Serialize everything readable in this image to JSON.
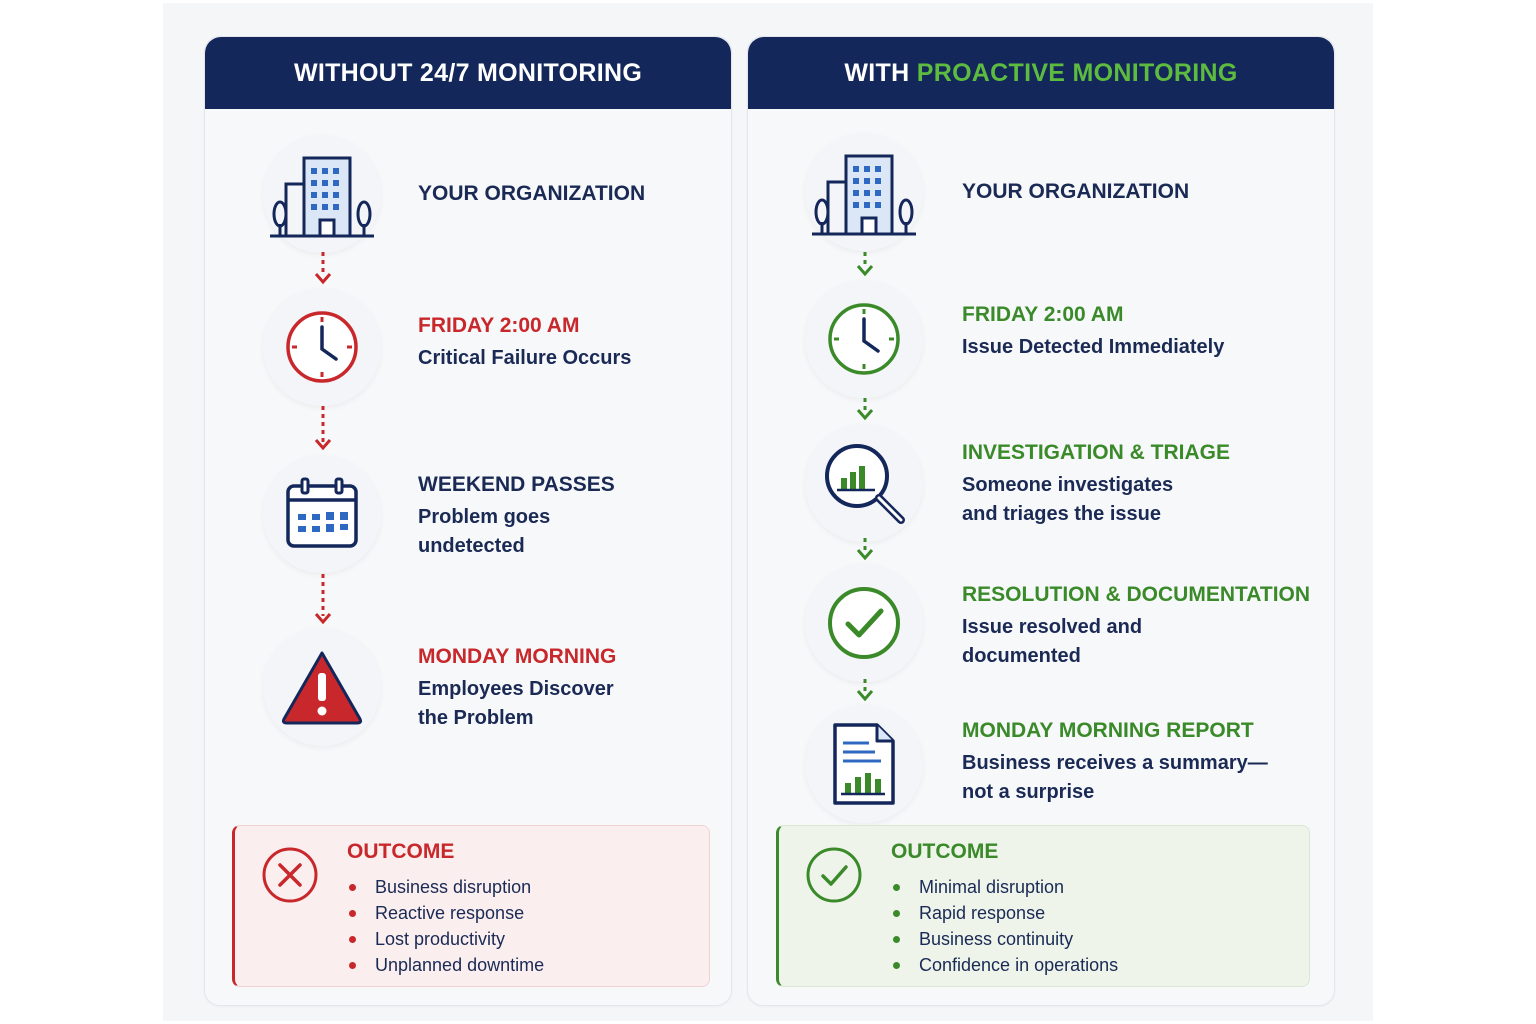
{
  "colors": {
    "navy": "#14275a",
    "red": "#c8282b",
    "green": "#3a8a2a",
    "bright_green": "#5dbb3f"
  },
  "left": {
    "header": "WITHOUT 24/7 MONITORING",
    "steps": [
      {
        "icon": "building-icon",
        "title": "YOUR ORGANIZATION",
        "desc": ""
      },
      {
        "icon": "clock-icon",
        "title": "FRIDAY 2:00 AM",
        "desc": "Critical Failure Occurs"
      },
      {
        "icon": "calendar-icon",
        "title": "WEEKEND PASSES",
        "desc": "Problem goes\nundetected"
      },
      {
        "icon": "warning-icon",
        "title": "MONDAY MORNING",
        "desc": "Employees Discover\nthe Problem"
      }
    ],
    "outcome": {
      "icon": "x-circle-icon",
      "title": "OUTCOME",
      "items": [
        "Business disruption",
        "Reactive response",
        "Lost productivity",
        "Unplanned downtime"
      ]
    }
  },
  "right": {
    "header_prefix": "WITH ",
    "header_highlight": "PROACTIVE MONITORING",
    "steps": [
      {
        "icon": "building-icon",
        "title": "YOUR ORGANIZATION",
        "desc": ""
      },
      {
        "icon": "clock-icon",
        "title": "FRIDAY 2:00 AM",
        "desc": "Issue Detected Immediately"
      },
      {
        "icon": "magnifier-chart-icon",
        "title": "INVESTIGATION & TRIAGE",
        "desc": "Someone investigates\nand triages the issue"
      },
      {
        "icon": "check-circle-icon",
        "title": "RESOLUTION & DOCUMENTATION",
        "desc": "Issue resolved and\ndocumented"
      },
      {
        "icon": "report-icon",
        "title": "MONDAY MORNING REPORT",
        "desc": "Business receives a summary—\nnot a surprise"
      }
    ],
    "outcome": {
      "icon": "check-circle-icon",
      "title": "OUTCOME",
      "items": [
        "Minimal disruption",
        "Rapid response",
        "Business continuity",
        "Confidence in operations"
      ]
    }
  }
}
